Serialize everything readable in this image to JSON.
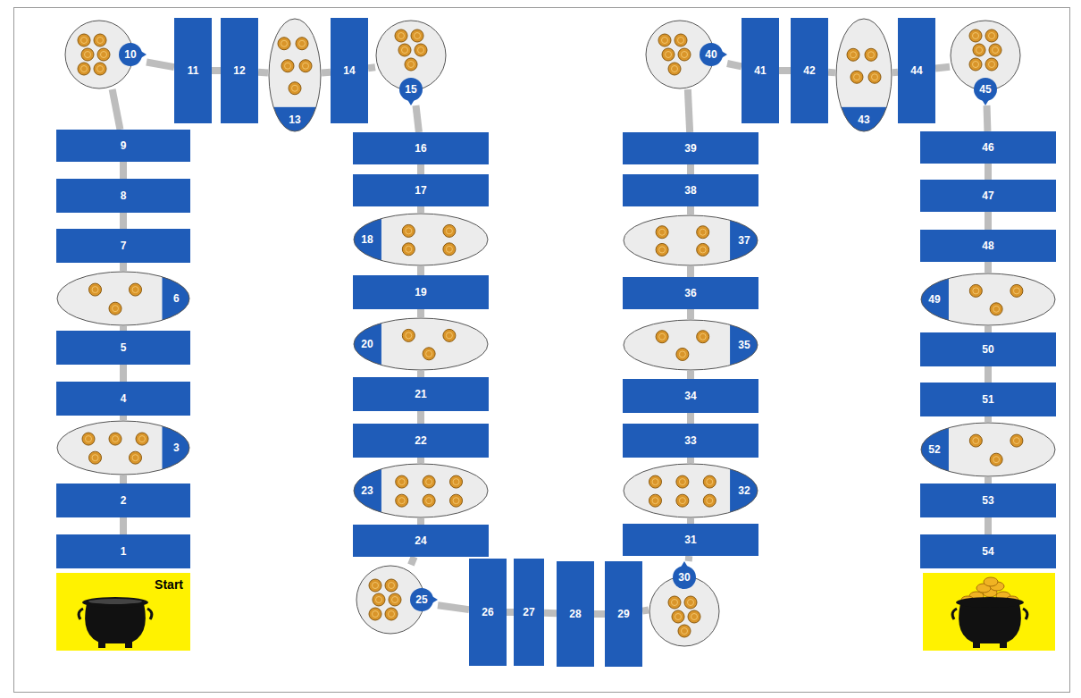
{
  "diagram": {
    "nodes": [
      {
        "text": [
          "Start"
        ]
      },
      {
        "text": [
          "1"
        ]
      },
      {
        "text": [
          "2"
        ]
      },
      {
        "text": [
          "3"
        ]
      },
      {
        "text": [
          "4"
        ]
      },
      {
        "text": [
          "5"
        ]
      },
      {
        "text": [
          "6"
        ]
      },
      {
        "text": [
          "7"
        ]
      },
      {
        "text": [
          "8"
        ]
      },
      {
        "text": [
          "9"
        ]
      },
      {
        "text": [
          "10"
        ]
      },
      {
        "text": [
          "11"
        ]
      },
      {
        "text": [
          "12"
        ]
      },
      {
        "text": [
          "13"
        ]
      },
      {
        "text": [
          "14"
        ]
      },
      {
        "text": [
          "15"
        ]
      },
      {
        "text": [
          "16"
        ]
      },
      {
        "text": [
          "17"
        ]
      },
      {
        "text": [
          "18"
        ]
      },
      {
        "text": [
          "19"
        ]
      },
      {
        "text": [
          "20"
        ]
      },
      {
        "text": [
          "21"
        ]
      },
      {
        "text": [
          "22"
        ]
      },
      {
        "text": [
          "23"
        ]
      },
      {
        "text": [
          "24"
        ]
      },
      {
        "text": [
          "25"
        ]
      },
      {
        "text": [
          "26"
        ]
      },
      {
        "text": [
          "27"
        ]
      },
      {
        "text": [
          "28"
        ]
      },
      {
        "text": [
          "29"
        ]
      },
      {
        "text": [
          "30"
        ]
      },
      {
        "text": [
          "31"
        ]
      },
      {
        "text": [
          "32"
        ]
      },
      {
        "text": [
          "33"
        ]
      },
      {
        "text": [
          "34"
        ]
      },
      {
        "text": [
          "35"
        ]
      },
      {
        "text": [
          "36"
        ]
      },
      {
        "text": [
          "37"
        ]
      },
      {
        "text": [
          "38"
        ]
      },
      {
        "text": [
          "39"
        ]
      },
      {
        "text": [
          "40"
        ]
      },
      {
        "text": [
          "41"
        ]
      },
      {
        "text": [
          "42"
        ]
      },
      {
        "text": [
          "43"
        ]
      },
      {
        "text": [
          "44"
        ]
      },
      {
        "text": [
          "45"
        ]
      },
      {
        "text": [
          "46"
        ]
      },
      {
        "text": [
          "47"
        ]
      },
      {
        "text": [
          "48"
        ]
      },
      {
        "text": [
          "49"
        ]
      },
      {
        "text": [
          "50"
        ]
      },
      {
        "text": [
          "51"
        ]
      },
      {
        "text": [
          "52"
        ]
      },
      {
        "text": [
          "53"
        ]
      },
      {
        "text": [
          "54"
        ]
      }
    ],
    "edges": [
      {
        "from": 1,
        "to": 2,
        "arrow": "none"
      },
      {
        "from": 2,
        "to": 3,
        "arrow": "none"
      },
      {
        "from": 3,
        "to": 4,
        "arrow": "none"
      },
      {
        "from": 4,
        "to": 5,
        "arrow": "none"
      },
      {
        "from": 5,
        "to": 6,
        "arrow": "none"
      },
      {
        "from": 6,
        "to": 7,
        "arrow": "none"
      },
      {
        "from": 7,
        "to": 8,
        "arrow": "none"
      },
      {
        "from": 8,
        "to": 9,
        "arrow": "none"
      },
      {
        "from": 9,
        "to": 10,
        "arrow": "none"
      },
      {
        "from": 10,
        "to": 11,
        "arrow": "none"
      },
      {
        "from": 11,
        "to": 12,
        "arrow": "none"
      },
      {
        "from": 12,
        "to": 13,
        "arrow": "none"
      },
      {
        "from": 13,
        "to": 14,
        "arrow": "none"
      },
      {
        "from": 14,
        "to": 15,
        "arrow": "none"
      },
      {
        "from": 15,
        "to": 16,
        "arrow": "none"
      },
      {
        "from": 16,
        "to": 17,
        "arrow": "none"
      },
      {
        "from": 17,
        "to": 18,
        "arrow": "none"
      },
      {
        "from": 18,
        "to": 19,
        "arrow": "none"
      },
      {
        "from": 19,
        "to": 20,
        "arrow": "none"
      },
      {
        "from": 20,
        "to": 21,
        "arrow": "none"
      },
      {
        "from": 21,
        "to": 22,
        "arrow": "none"
      },
      {
        "from": 22,
        "to": 23,
        "arrow": "none"
      },
      {
        "from": 23,
        "to": 24,
        "arrow": "none"
      },
      {
        "from": 24,
        "to": 25,
        "arrow": "none"
      },
      {
        "from": 25,
        "to": 26,
        "arrow": "none"
      },
      {
        "from": 26,
        "to": 27,
        "arrow": "none"
      },
      {
        "from": 27,
        "to": 28,
        "arrow": "none"
      },
      {
        "from": 28,
        "to": 29,
        "arrow": "none"
      },
      {
        "from": 29,
        "to": 30,
        "arrow": "none"
      },
      {
        "from": 30,
        "to": 31,
        "arrow": "none"
      },
      {
        "from": 31,
        "to": 32,
        "arrow": "none"
      },
      {
        "from": 32,
        "to": 33,
        "arrow": "none"
      },
      {
        "from": 33,
        "to": 34,
        "arrow": "none"
      },
      {
        "from": 34,
        "to": 35,
        "arrow": "none"
      },
      {
        "from": 35,
        "to": 36,
        "arrow": "none"
      },
      {
        "from": 36,
        "to": 37,
        "arrow": "none"
      },
      {
        "from": 37,
        "to": 38,
        "arrow": "none"
      },
      {
        "from": 38,
        "to": 39,
        "arrow": "none"
      },
      {
        "from": 39,
        "to": 40,
        "arrow": "none"
      },
      {
        "from": 40,
        "to": 41,
        "arrow": "none"
      },
      {
        "from": 41,
        "to": 42,
        "arrow": "none"
      },
      {
        "from": 42,
        "to": 43,
        "arrow": "none"
      },
      {
        "from": 43,
        "to": 44,
        "arrow": "none"
      },
      {
        "from": 44,
        "to": 45,
        "arrow": "none"
      },
      {
        "from": 45,
        "to": 46,
        "arrow": "none"
      },
      {
        "from": 46,
        "to": 47,
        "arrow": "none"
      },
      {
        "from": 47,
        "to": 48,
        "arrow": "none"
      },
      {
        "from": 48,
        "to": 49,
        "arrow": "none"
      },
      {
        "from": 49,
        "to": 50,
        "arrow": "none"
      },
      {
        "from": 50,
        "to": 51,
        "arrow": "none"
      },
      {
        "from": 51,
        "to": 52,
        "arrow": "none"
      },
      {
        "from": 52,
        "to": 53,
        "arrow": "none"
      },
      {
        "from": 53,
        "to": 54,
        "arrow": "none"
      }
    ]
  }
}
